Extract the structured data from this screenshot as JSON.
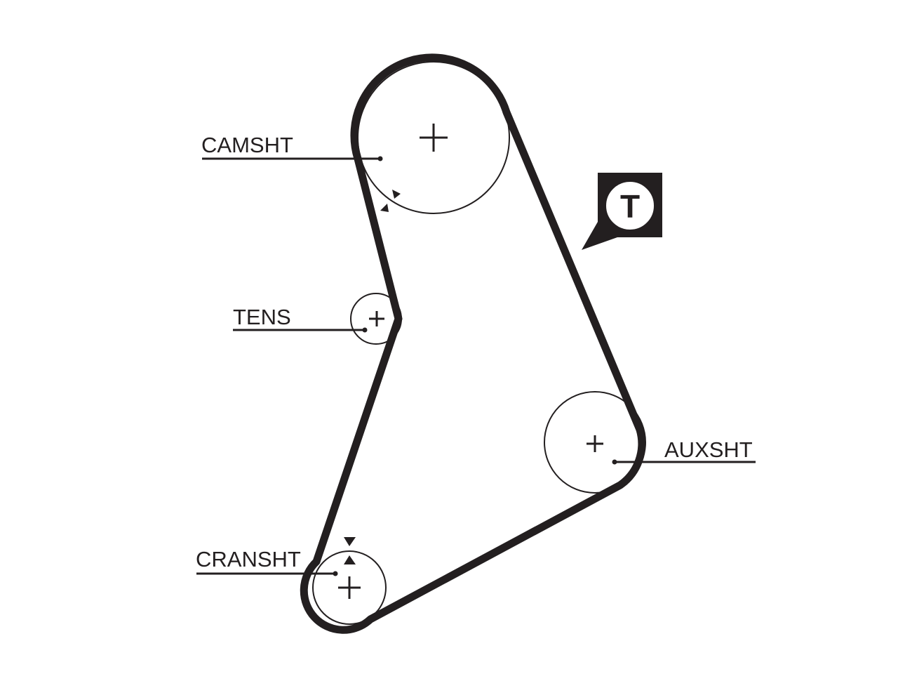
{
  "diagram": {
    "pulleys": {
      "camshaft": {
        "label": "CAMSHT"
      },
      "tensioner": {
        "label": "TENS"
      },
      "auxshaft": {
        "label": "AUXSHT"
      },
      "crankshaft": {
        "label": "CRANSHT"
      }
    },
    "tension_badge": {
      "letter": "T"
    },
    "colors": {
      "ink": "#231f20",
      "background": "#ffffff"
    }
  }
}
